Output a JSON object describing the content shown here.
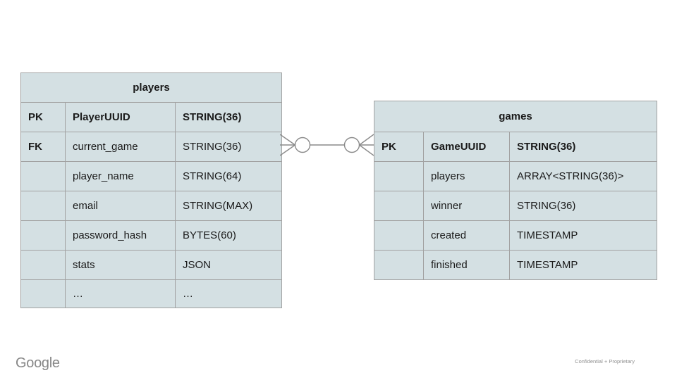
{
  "slide": {
    "brand": "Google",
    "footer_note": "Confidential + Proprietary"
  },
  "colors": {
    "cell_bg": "#d4e0e3",
    "table_border": "#a2a2a2",
    "connector_stroke": "#8a8a8a",
    "text": "#1a1a1a",
    "footer_gray": "#909090"
  },
  "players_table": {
    "title": "players",
    "rows": [
      {
        "key": "PK",
        "name": "PlayerUUID",
        "type": "STRING(36)"
      },
      {
        "key": "FK",
        "name": "current_game",
        "type": "STRING(36)"
      },
      {
        "key": "",
        "name": "player_name",
        "type": "STRING(64)"
      },
      {
        "key": "",
        "name": "email",
        "type": "STRING(MAX)"
      },
      {
        "key": "",
        "name": "password_hash",
        "type": "BYTES(60)"
      },
      {
        "key": "",
        "name": "stats",
        "type": "JSON"
      },
      {
        "key": "",
        "name": "…",
        "type": "…"
      }
    ]
  },
  "games_table": {
    "title": "games",
    "rows": [
      {
        "key": "PK",
        "name": "GameUUID",
        "type": "STRING(36)"
      },
      {
        "key": "",
        "name": "players",
        "type": "ARRAY<STRING(36)>"
      },
      {
        "key": "",
        "name": "winner",
        "type": "STRING(36)"
      },
      {
        "key": "",
        "name": "created",
        "type": "TIMESTAMP"
      },
      {
        "key": "",
        "name": "finished",
        "type": "TIMESTAMP"
      }
    ]
  },
  "relationship": {
    "type": "many-to-many",
    "left_end": "zero-or-many",
    "right_end": "zero-or-many",
    "from": "players.current_game",
    "to": "games.GameUUID"
  }
}
